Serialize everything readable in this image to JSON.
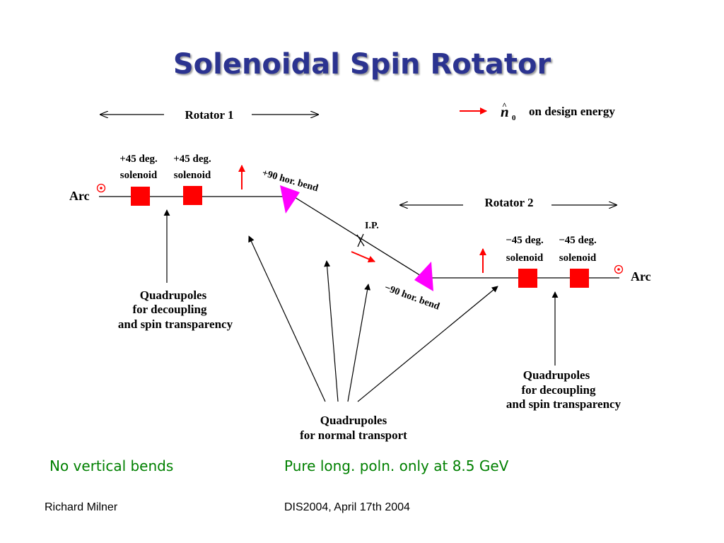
{
  "title": "Solenoidal Spin Rotator",
  "legend": {
    "symbol_hat": "^",
    "symbol_n": "n",
    "symbol_subscript": "0",
    "text": "on  design energy",
    "arrow_color": "#ff0000"
  },
  "rotator1": {
    "label": "Rotator 1",
    "solenoid_a": {
      "line1": "+45 deg.",
      "line2": "solenoid"
    },
    "solenoid_b": {
      "line1": "+45 deg.",
      "line2": "solenoid"
    },
    "arc_label": "Arc",
    "bend_label": "+90 hor. bend"
  },
  "rotator2": {
    "label": "Rotator 2",
    "solenoid_a": {
      "line1": "−45 deg.",
      "line2": "solenoid"
    },
    "solenoid_b": {
      "line1": "−45 deg.",
      "line2": "solenoid"
    },
    "arc_label": "Arc",
    "bend_label": "−90 hor. bend"
  },
  "ip_label": "I.P.",
  "quad_left": {
    "line1": "Quadrupoles",
    "line2": "for decoupling",
    "line3": "and spin transparency"
  },
  "quad_right": {
    "line1": "Quadrupoles",
    "line2": "for decoupling",
    "line3": "and spin transparency"
  },
  "quad_bottom": {
    "line1": "Quadrupoles",
    "line2": "for normal transport"
  },
  "captions": {
    "left": "No vertical bends",
    "right": "Pure long. poln. only at 8.5 GeV"
  },
  "footer": {
    "author": "Richard Milner",
    "event": "DIS2004, April 17th 2004"
  },
  "colors": {
    "title": "#2b3390",
    "solenoid": "#ff0000",
    "bend_magnet": "#ff00ff",
    "spin_arrow": "#ff0000",
    "caption": "#008000"
  }
}
